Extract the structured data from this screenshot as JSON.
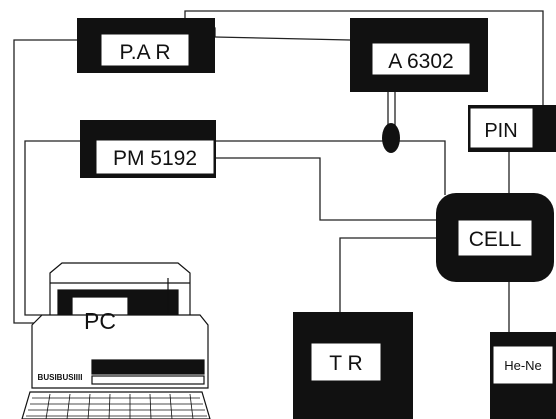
{
  "blocks": {
    "par": "P.A R",
    "a6302": "A 6302",
    "pin": "PIN",
    "pm5192": "PM 5192",
    "cell": "CELL",
    "pc": "PC",
    "tr": "T R",
    "laser": "He-Ne"
  },
  "pc_panel_text": "BUSIBUSIIII",
  "colors": {
    "ink": "#111111",
    "paper": "#ffffff"
  }
}
